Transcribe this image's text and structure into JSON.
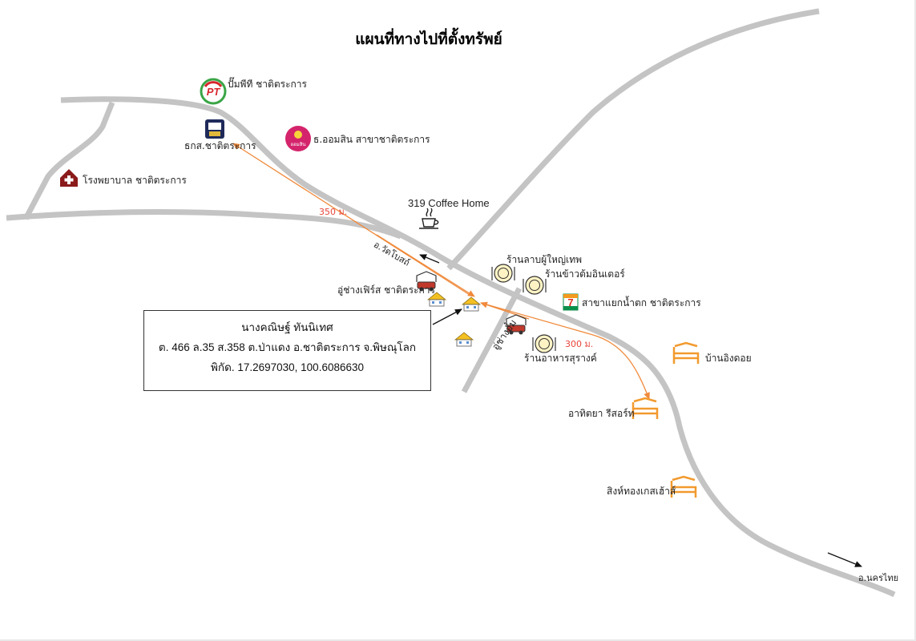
{
  "title": "แผนที่ทางไปที่ตั้งทรัพย์",
  "places": {
    "ptt": "ปั๊มพีที ชาติตระการ",
    "baac": "ธกส.ชาติตระการ",
    "gsb": "ธ.ออมสิน สาขาชาติตระการ",
    "hospital": "โรงพยาบาล ชาติตระการ",
    "coffee": "319 Coffee Home",
    "laab": "ร้านลาบผู้ใหญ่เทพ",
    "khaotom": "ร้านข้าวต้มอินเตอร์",
    "seven": "สาขาแยกน้ำตก ชาติตระการ",
    "garage1": "อู่ช่างเฟิร์ส ชาติตระการ",
    "garage2": "อู่ช่างอั๋ม",
    "surang": "ร้านอาหารสุรางค์",
    "baaning": "บ้านอิงดอย",
    "athitaya": "อาทิตยา รีสอร์ท",
    "singthong": "สิงห์ทองเกสเฮ้าส์"
  },
  "roads": {
    "wat_bot": "อ.วัดโบสถ์",
    "nakhon_thai": "อ.นครไทย"
  },
  "distances": {
    "d350": "350 ม.",
    "d300": "300 ม."
  },
  "icon_text": {
    "pt": "PT",
    "gsb": "ออมสิน",
    "seven": "7"
  },
  "address": {
    "name": "นางคณิษฐ์ ทันนิเทศ",
    "line": "ต. 466 ล.35 ส.358 ต.ป่าแดง อ.ชาติตระการ จ.พิษณุโลก",
    "coords": "พิกัด. 17.2697030, 100.6086630"
  },
  "colors": {
    "road": "#c4c4c4",
    "route_arrow": "#f08a3c",
    "distance_text": "#e8453c",
    "hospital": "#8b1a1a",
    "gsb": "#d4246c",
    "hotel": "#f29a2e",
    "seven_green": "#0a8f4a",
    "seven_red": "#e0301e",
    "ptt_green": "#3aa546",
    "ptt_red": "#d8262d"
  },
  "icons": {
    "ptt": "ptt-logo-icon",
    "baac": "baac-bank-icon",
    "gsb": "gsb-bank-icon",
    "hospital": "hospital-icon",
    "coffee": "coffee-cup-icon",
    "restaurant": "plate-icon",
    "seven": "seven-eleven-icon",
    "garage": "garage-car-icon",
    "house": "house-icon",
    "hotel": "bed-icon"
  }
}
